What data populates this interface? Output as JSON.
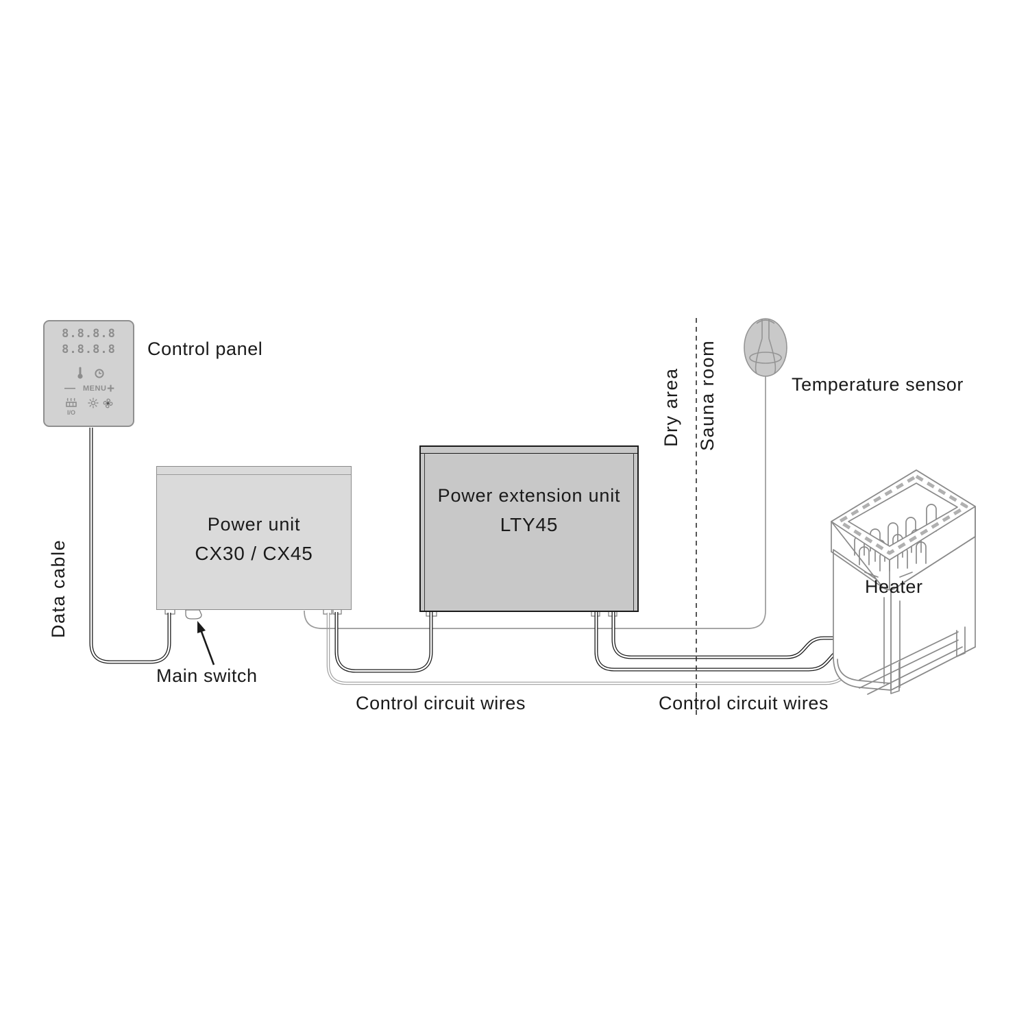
{
  "labels": {
    "control_panel": "Control panel",
    "data_cable": "Data cable",
    "main_switch": "Main switch",
    "dry_area": "Dry area",
    "sauna_room": "Sauna room",
    "temperature_sensor": "Temperature sensor",
    "heater": "Heater",
    "control_circuit_wires_left": "Control circuit wires",
    "control_circuit_wires_right": "Control circuit wires"
  },
  "power_unit": {
    "line1": "Power unit",
    "line2": "CX30 / CX45"
  },
  "extension_unit": {
    "line1": "Power extension unit",
    "line2": "LTY45"
  },
  "panel": {
    "display_row1": "8.8.8.8",
    "display_row2": "8.8.8.8",
    "minus_label": "—",
    "menu_label": "MENU",
    "plus_label": "+",
    "io_label": "I/O",
    "icons": [
      "thermometer-icon",
      "clock-icon",
      "heater-icon",
      "light-icon",
      "fan-icon"
    ]
  },
  "colors": {
    "panel_fill": "#d2d2d2",
    "power_unit_fill": "#dadada",
    "extension_unit_fill": "#c8c8c8",
    "line_gray": "#8a8a8a",
    "wire_black": "#1a1a1a",
    "wire_gray": "#9e9e9e",
    "text": "#1a1a1a"
  }
}
